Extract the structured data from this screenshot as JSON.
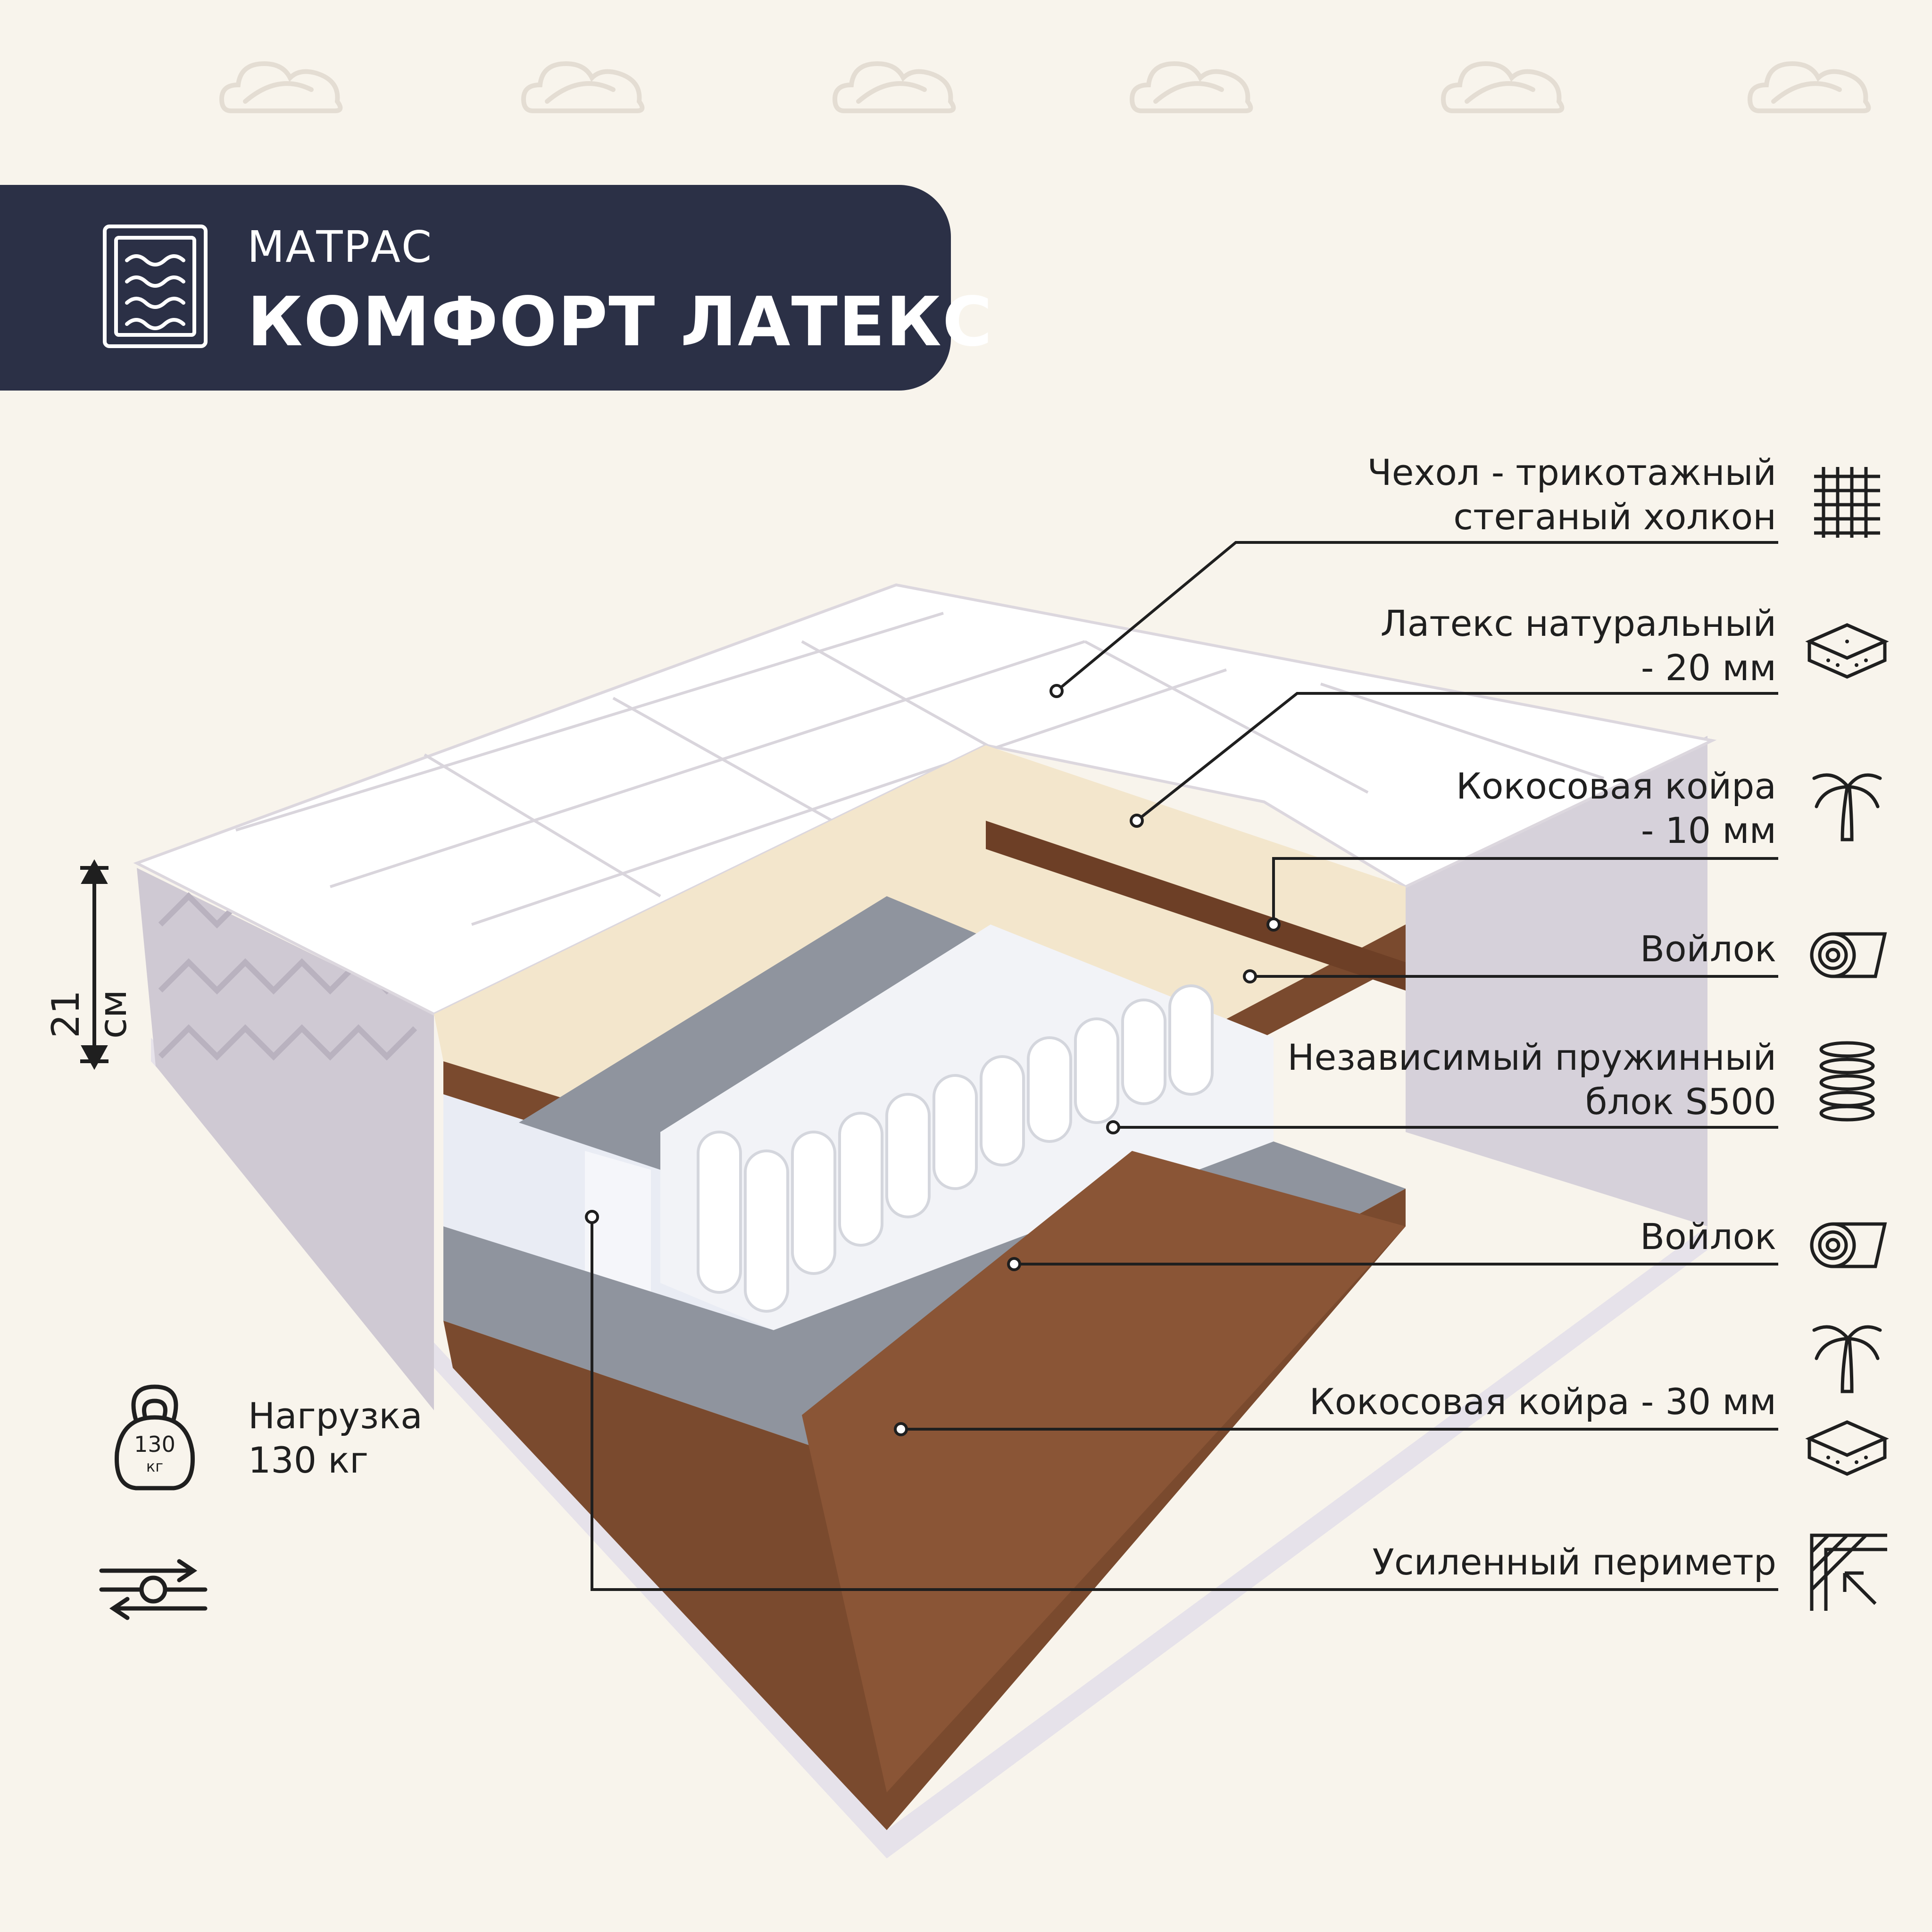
{
  "header": {
    "subtitle": "МАТРАС",
    "title": "КОМФОРТ ЛАТЕКС",
    "icon": "mattress-waves-icon"
  },
  "height": {
    "label": "21 см"
  },
  "load": {
    "line1": "Нагрузка",
    "line2": "130 кг",
    "badge_number": "130",
    "badge_unit": "кг",
    "icon": "kettlebell-icon"
  },
  "reversible": {
    "icon": "two-sided-arrows-icon"
  },
  "layers": [
    {
      "line1": "Чехол - трикотажный",
      "line2": "стеганый холкон",
      "icon": "knit-fabric-icon"
    },
    {
      "line1": "Латекс натуральный",
      "line2": "- 20 мм",
      "icon": "latex-slab-icon"
    },
    {
      "line1": "Кокосовая койра",
      "line2": "- 10 мм",
      "icon": "palm-tree-icon"
    },
    {
      "line1": "Войлок",
      "line2": "",
      "icon": "felt-roll-icon"
    },
    {
      "line1": "Независимый пружинный",
      "line2": "блок S500",
      "icon": "spring-icon"
    },
    {
      "line1": "Войлок",
      "line2": "",
      "icon": "felt-roll-icon"
    },
    {
      "line1": "Кокосовая койра - 30 мм",
      "line2": "",
      "icon": "palm-tree-icon"
    },
    {
      "line1": "Усиленный периметр",
      "line2": "",
      "icon": "perimeter-corner-icon"
    }
  ],
  "colors": {
    "background": "#f8f4ec",
    "banner": "#2b3046",
    "coir": "#7a4a2e",
    "latex": "#f3e6cc",
    "felt": "#8f949e",
    "cover": "#ffffff"
  }
}
